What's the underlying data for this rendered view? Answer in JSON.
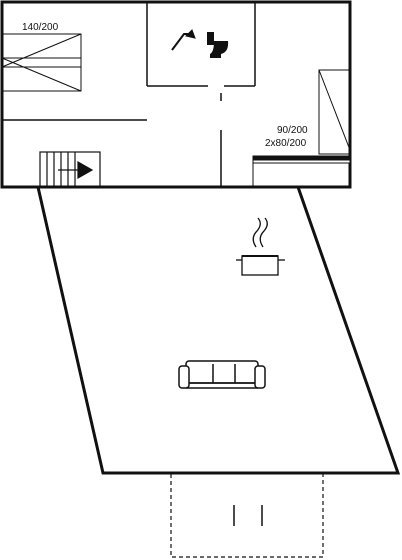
{
  "colors": {
    "wall": "#111111",
    "background": "#ffffff",
    "fixture": "#111111"
  },
  "rooms": {
    "bedroom_double": {
      "bed_label": "140/200"
    },
    "bedroom_twin": {
      "bed_label_1": "90/200",
      "bed_label_2": "2x80/200"
    }
  },
  "icons": {
    "shower": "shower-icon",
    "toilet": "toilet-icon",
    "stairs": "stairs-icon",
    "kitchen": "cooking-pot-icon",
    "living": "sofa-icon"
  }
}
